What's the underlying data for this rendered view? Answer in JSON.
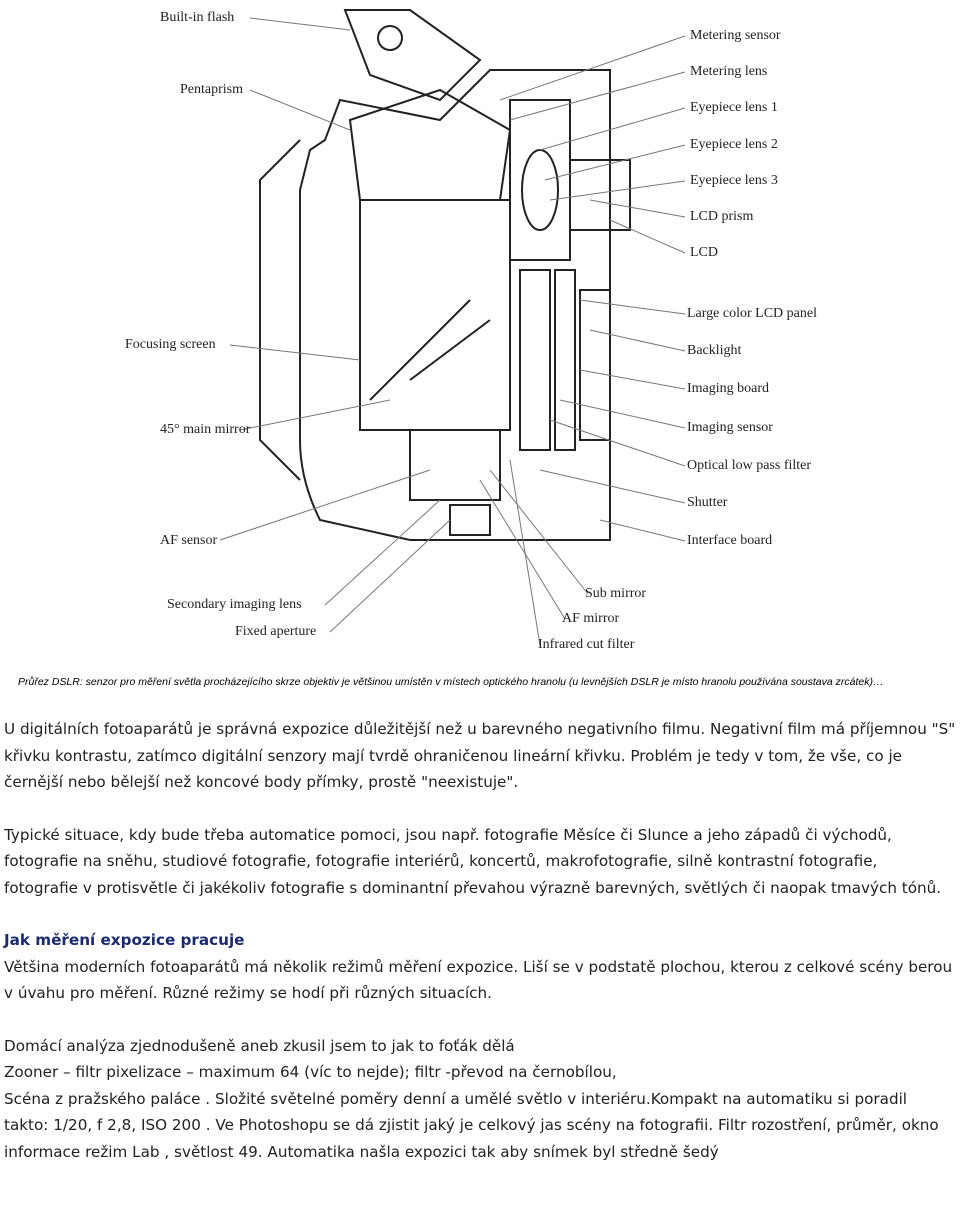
{
  "figure": {
    "labels_left": [
      "Built-in flash",
      "Pentaprism",
      "Focusing screen",
      "45° main mirror",
      "AF sensor",
      "Secondary imaging lens",
      "Fixed aperture"
    ],
    "labels_right": [
      "Metering sensor",
      "Metering lens",
      "Eyepiece lens 1",
      "Eyepiece lens 2",
      "Eyepiece lens 3",
      "LCD prism",
      "LCD",
      "Large color LCD panel",
      "Backlight",
      "Imaging board",
      "Imaging sensor",
      "Optical low pass filter",
      "Shutter",
      "Interface board"
    ],
    "labels_bottom": [
      "Sub mirror",
      "AF mirror",
      "Infrared cut filter"
    ]
  },
  "caption": "Průřez DSLR: senzor pro měření světla procházejícího skrze objektiv je většinou umístěn v místech optického hranolu (u levnějších DSLR je místo hranolu používána soustava zrcátek)…",
  "paragraphs": {
    "p1": "U digitálních fotoaparátů je správná expozice důležitější než u barevného negativního filmu. Negativní film má příjemnou \"S\" křivku kontrastu, zatímco digitální senzory mají tvrdě ohraničenou lineární křivku. Problém je tedy v tom, že vše, co je černější nebo bělejší než koncové body přímky, prostě \"neexistuje\".",
    "p2": "Typické situace, kdy bude třeba automatice pomoci, jsou např. fotografie Měsíce či Slunce a jeho západů či východů, fotografie na sněhu, studiové fotografie, fotografie interiérů, koncertů, makrofotografie, silně kontrastní fotografie, fotografie v protisvětle či jakékoliv fotografie s dominantní převahou výrazně barevných, světlých či naopak tmavých tónů.",
    "heading": "Jak měření expozice pracuje",
    "p3": "Většina moderních fotoaparátů má několik režimů měření expozice. Liší se v podstatě plochou, kterou z celkové scény berou v úvahu pro měření. Různé režimy se hodí při různých situacích.",
    "p4_line1": "Domácí analýza zjednodušeně   aneb zkusil jsem to jak to foťák dělá",
    "p4_line2": "Zooner – filtr pixelizace – maximum 64 (víc to nejde); filtr -převod na černobílou,",
    "p4_rest": "Scéna z pražského paláce . Složité světelné poměry denní a umělé světlo v interiéru.Kompakt na automatiku si poradil takto: 1/20, f 2,8, ISO 200 . Ve Photoshopu se dá zjistit jaký je celkový jas scény na fotografii. Filtr rozostření, průměr, okno informace režim Lab , světlost 49. Automatika našla expozici tak aby snímek byl středně šedý"
  }
}
